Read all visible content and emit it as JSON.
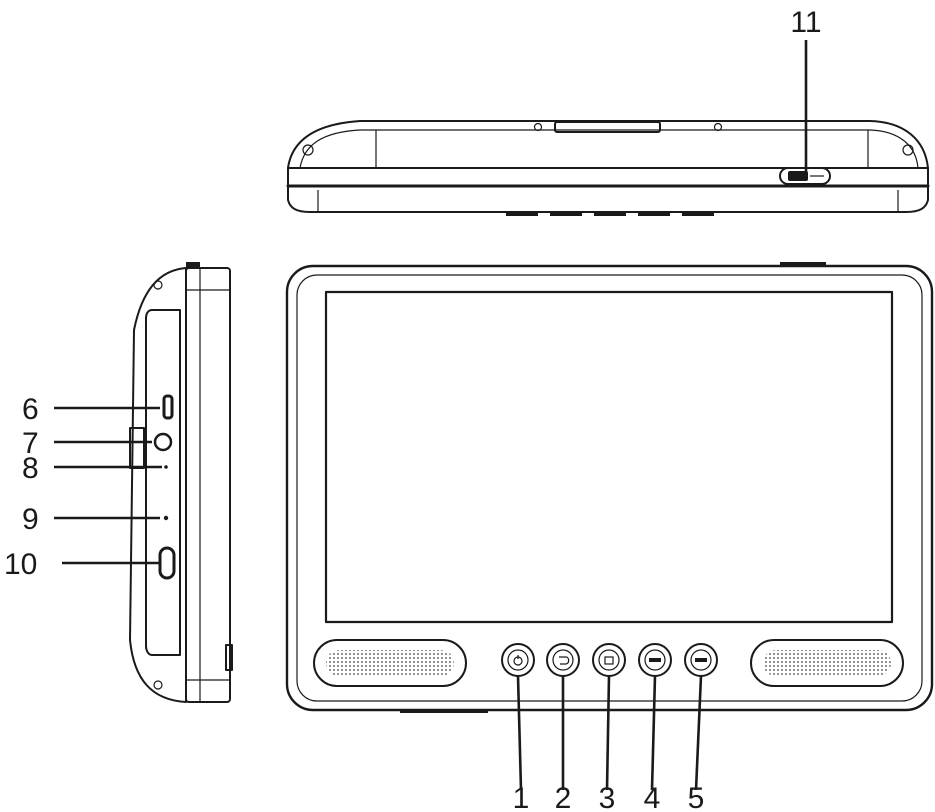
{
  "diagram": {
    "views": [
      "top-view",
      "side-view",
      "front-view"
    ],
    "callouts": [
      {
        "id": "callout-1",
        "label": "1",
        "target": "power-button"
      },
      {
        "id": "callout-2",
        "label": "2",
        "target": "back-button"
      },
      {
        "id": "callout-3",
        "label": "3",
        "target": "home-button"
      },
      {
        "id": "callout-4",
        "label": "4",
        "target": "volume-down-button"
      },
      {
        "id": "callout-5",
        "label": "5",
        "target": "volume-up-button"
      },
      {
        "id": "callout-6",
        "label": "6",
        "target": "usb-port"
      },
      {
        "id": "callout-7",
        "label": "7",
        "target": "earphone-jack"
      },
      {
        "id": "callout-8",
        "label": "8",
        "target": "microphone"
      },
      {
        "id": "callout-9",
        "label": "9",
        "target": "dc-in-port"
      },
      {
        "id": "callout-10",
        "label": "10",
        "target": "card-slot"
      },
      {
        "id": "callout-11",
        "label": "11",
        "target": "top-switch"
      }
    ]
  }
}
